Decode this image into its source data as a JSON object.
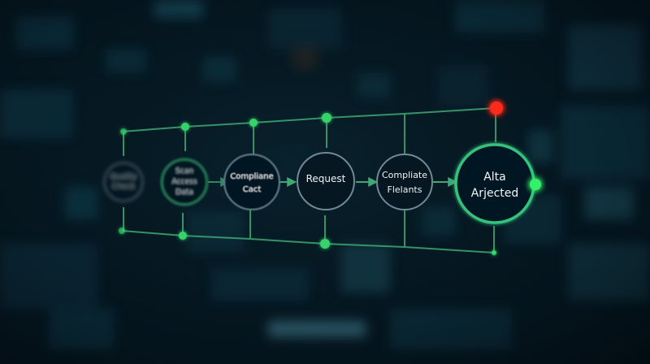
{
  "theme": {
    "background": "#04121b",
    "line_color": "#3fa873",
    "dot_color": "#35d46a",
    "alert_color": "#ff2a1f",
    "node_fill": "#061722",
    "node_stroke_default": "#5d7a86",
    "node_stroke_active": "#34c27c",
    "text_color": "#e6eef2"
  },
  "nodes": [
    {
      "id": "n1",
      "lines": [
        "Quality",
        "Check"
      ],
      "blur": 2.0,
      "opacity": 0.45
    },
    {
      "id": "n2",
      "lines": [
        "Scan",
        "Access",
        "Data"
      ],
      "blur": 1.2,
      "opacity": 0.7
    },
    {
      "id": "n3",
      "lines": [
        "Compliane",
        "Cact"
      ],
      "blur": 0.5,
      "opacity": 0.95
    },
    {
      "id": "n4",
      "lines": [
        "Request"
      ],
      "blur": 0,
      "opacity": 1
    },
    {
      "id": "n5",
      "lines": [
        "Compliate",
        "Flelants"
      ],
      "blur": 0.3,
      "opacity": 1
    },
    {
      "id": "n6",
      "lines": [
        "Alta",
        "Arjected"
      ],
      "blur": 0,
      "opacity": 1,
      "status": "active"
    }
  ],
  "status_indicators": [
    {
      "id": "alert-dot",
      "color": "#ff2a1f",
      "meaning": "alert"
    },
    {
      "id": "ok-dot",
      "color": "#35d46a",
      "meaning": "ok"
    }
  ]
}
